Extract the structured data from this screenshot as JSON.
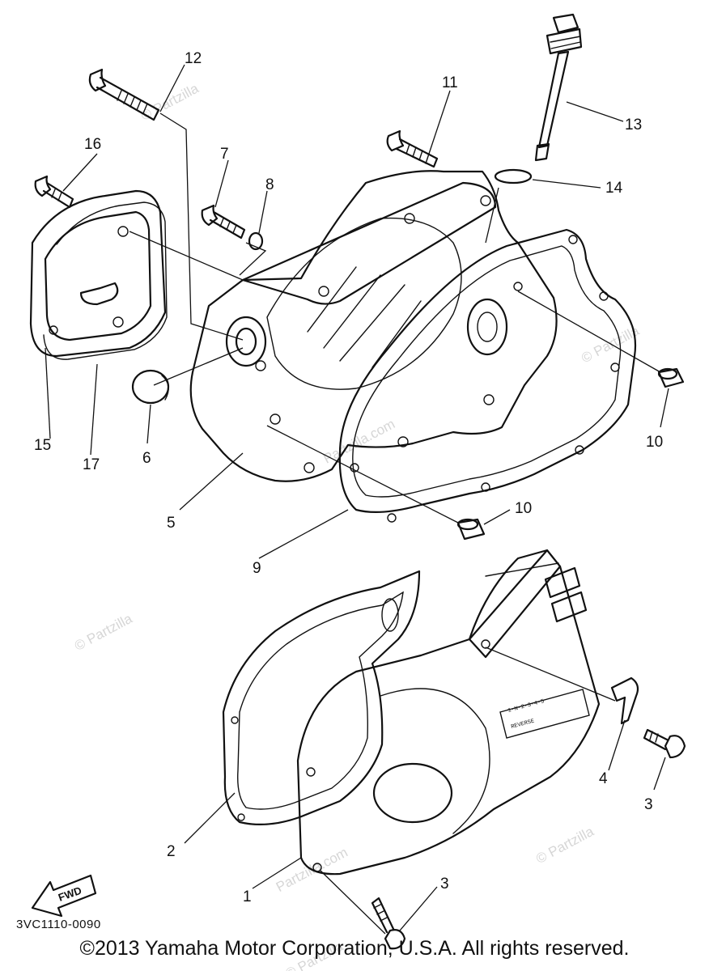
{
  "diagram": {
    "code": "3VC1110-0090",
    "copyright": "©2013  Yamaha Motor Corporation, U.S.A. All rights reserved.",
    "fwd_label": "FWD",
    "watermark": "© Partzilla",
    "watermark_alt": "Partzilla.com",
    "gear_plate_text_1": "1·N·2·3·4·5",
    "gear_plate_text_2": "REVERSE",
    "callouts": {
      "c1": "1",
      "c2": "2",
      "c3a": "3",
      "c3b": "3",
      "c4": "4",
      "c5": "5",
      "c6": "6",
      "c7": "7",
      "c8": "8",
      "c9": "9",
      "c10a": "10",
      "c10b": "10",
      "c11": "11",
      "c12": "12",
      "c13": "13",
      "c14": "14",
      "c15": "15",
      "c16": "16",
      "c17": "17"
    }
  }
}
